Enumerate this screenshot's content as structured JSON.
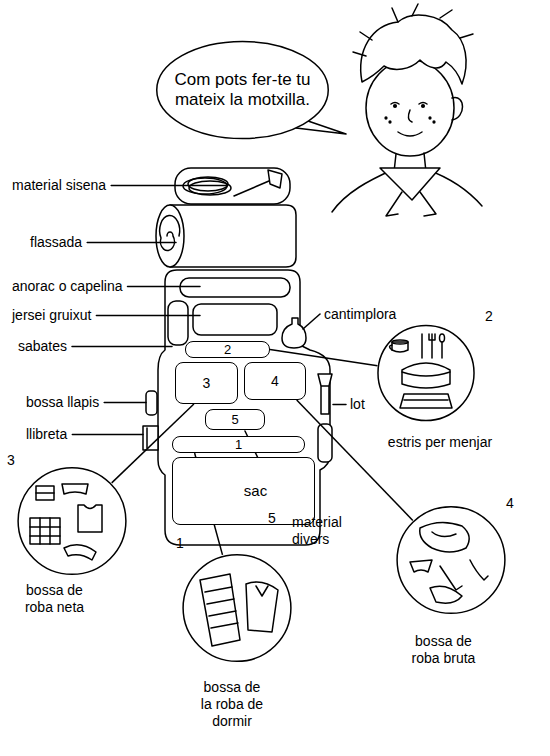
{
  "diagram": {
    "nodes": [
      {
        "text": [
          "Com pots fer-te tu mateix la motxilla."
        ]
      },
      {
        "text": [
          "2"
        ]
      },
      {
        "text": [
          "3"
        ]
      },
      {
        "text": [
          "4"
        ]
      },
      {
        "text": [
          "5"
        ]
      },
      {
        "text": [
          "1"
        ]
      },
      {
        "text": [
          "sac"
        ]
      },
      {
        "text": [
          "2",
          "estris per menjar"
        ]
      },
      {
        "text": [
          "3",
          "bossa de roba neta"
        ]
      },
      {
        "text": [
          "4",
          "bossa de roba bruta"
        ]
      },
      {
        "text": [
          "1",
          "bossa de la roba de dormir"
        ]
      }
    ],
    "edges": [
      {
        "from": 1,
        "to": 7,
        "arrow": "none"
      },
      {
        "from": 2,
        "to": 8,
        "arrow": "none"
      },
      {
        "from": 3,
        "to": 9,
        "arrow": "none"
      },
      {
        "from": 5,
        "to": 10,
        "arrow": "none"
      }
    ],
    "labels": [
      "material sisena",
      "flassada",
      "anorac o capelina",
      "jersei gruixut",
      "sabates",
      "cantimplora",
      "bossa llapis",
      "llibreta",
      "lot",
      "5",
      "material divers"
    ]
  }
}
